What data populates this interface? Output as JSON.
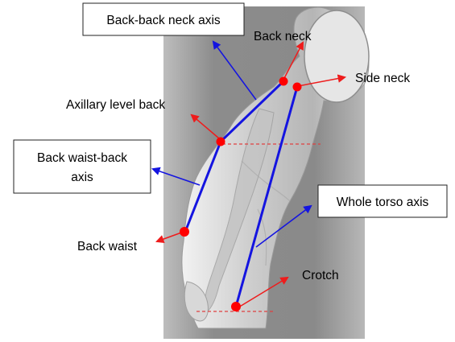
{
  "labels": {
    "back_back_neck_axis": "Back-back neck axis",
    "back_neck": "Back neck",
    "side_neck": "Side neck",
    "axillary_level_back": "Axillary level back",
    "back_waist_back_axis_line1": "Back waist-back",
    "back_waist_back_axis_line2": "axis",
    "whole_torso_axis": "Whole torso axis",
    "back_waist": "Back waist",
    "crotch": "Crotch"
  },
  "colors": {
    "axis_line": "#1414e0",
    "landmark_point": "#ff0000",
    "pointer_arrow": "#ee1c1c",
    "reference_line": "#e04040",
    "label_box_border": "#222222",
    "background_gray": "#8a8a8a",
    "body_silver": "#d2d2d2"
  }
}
